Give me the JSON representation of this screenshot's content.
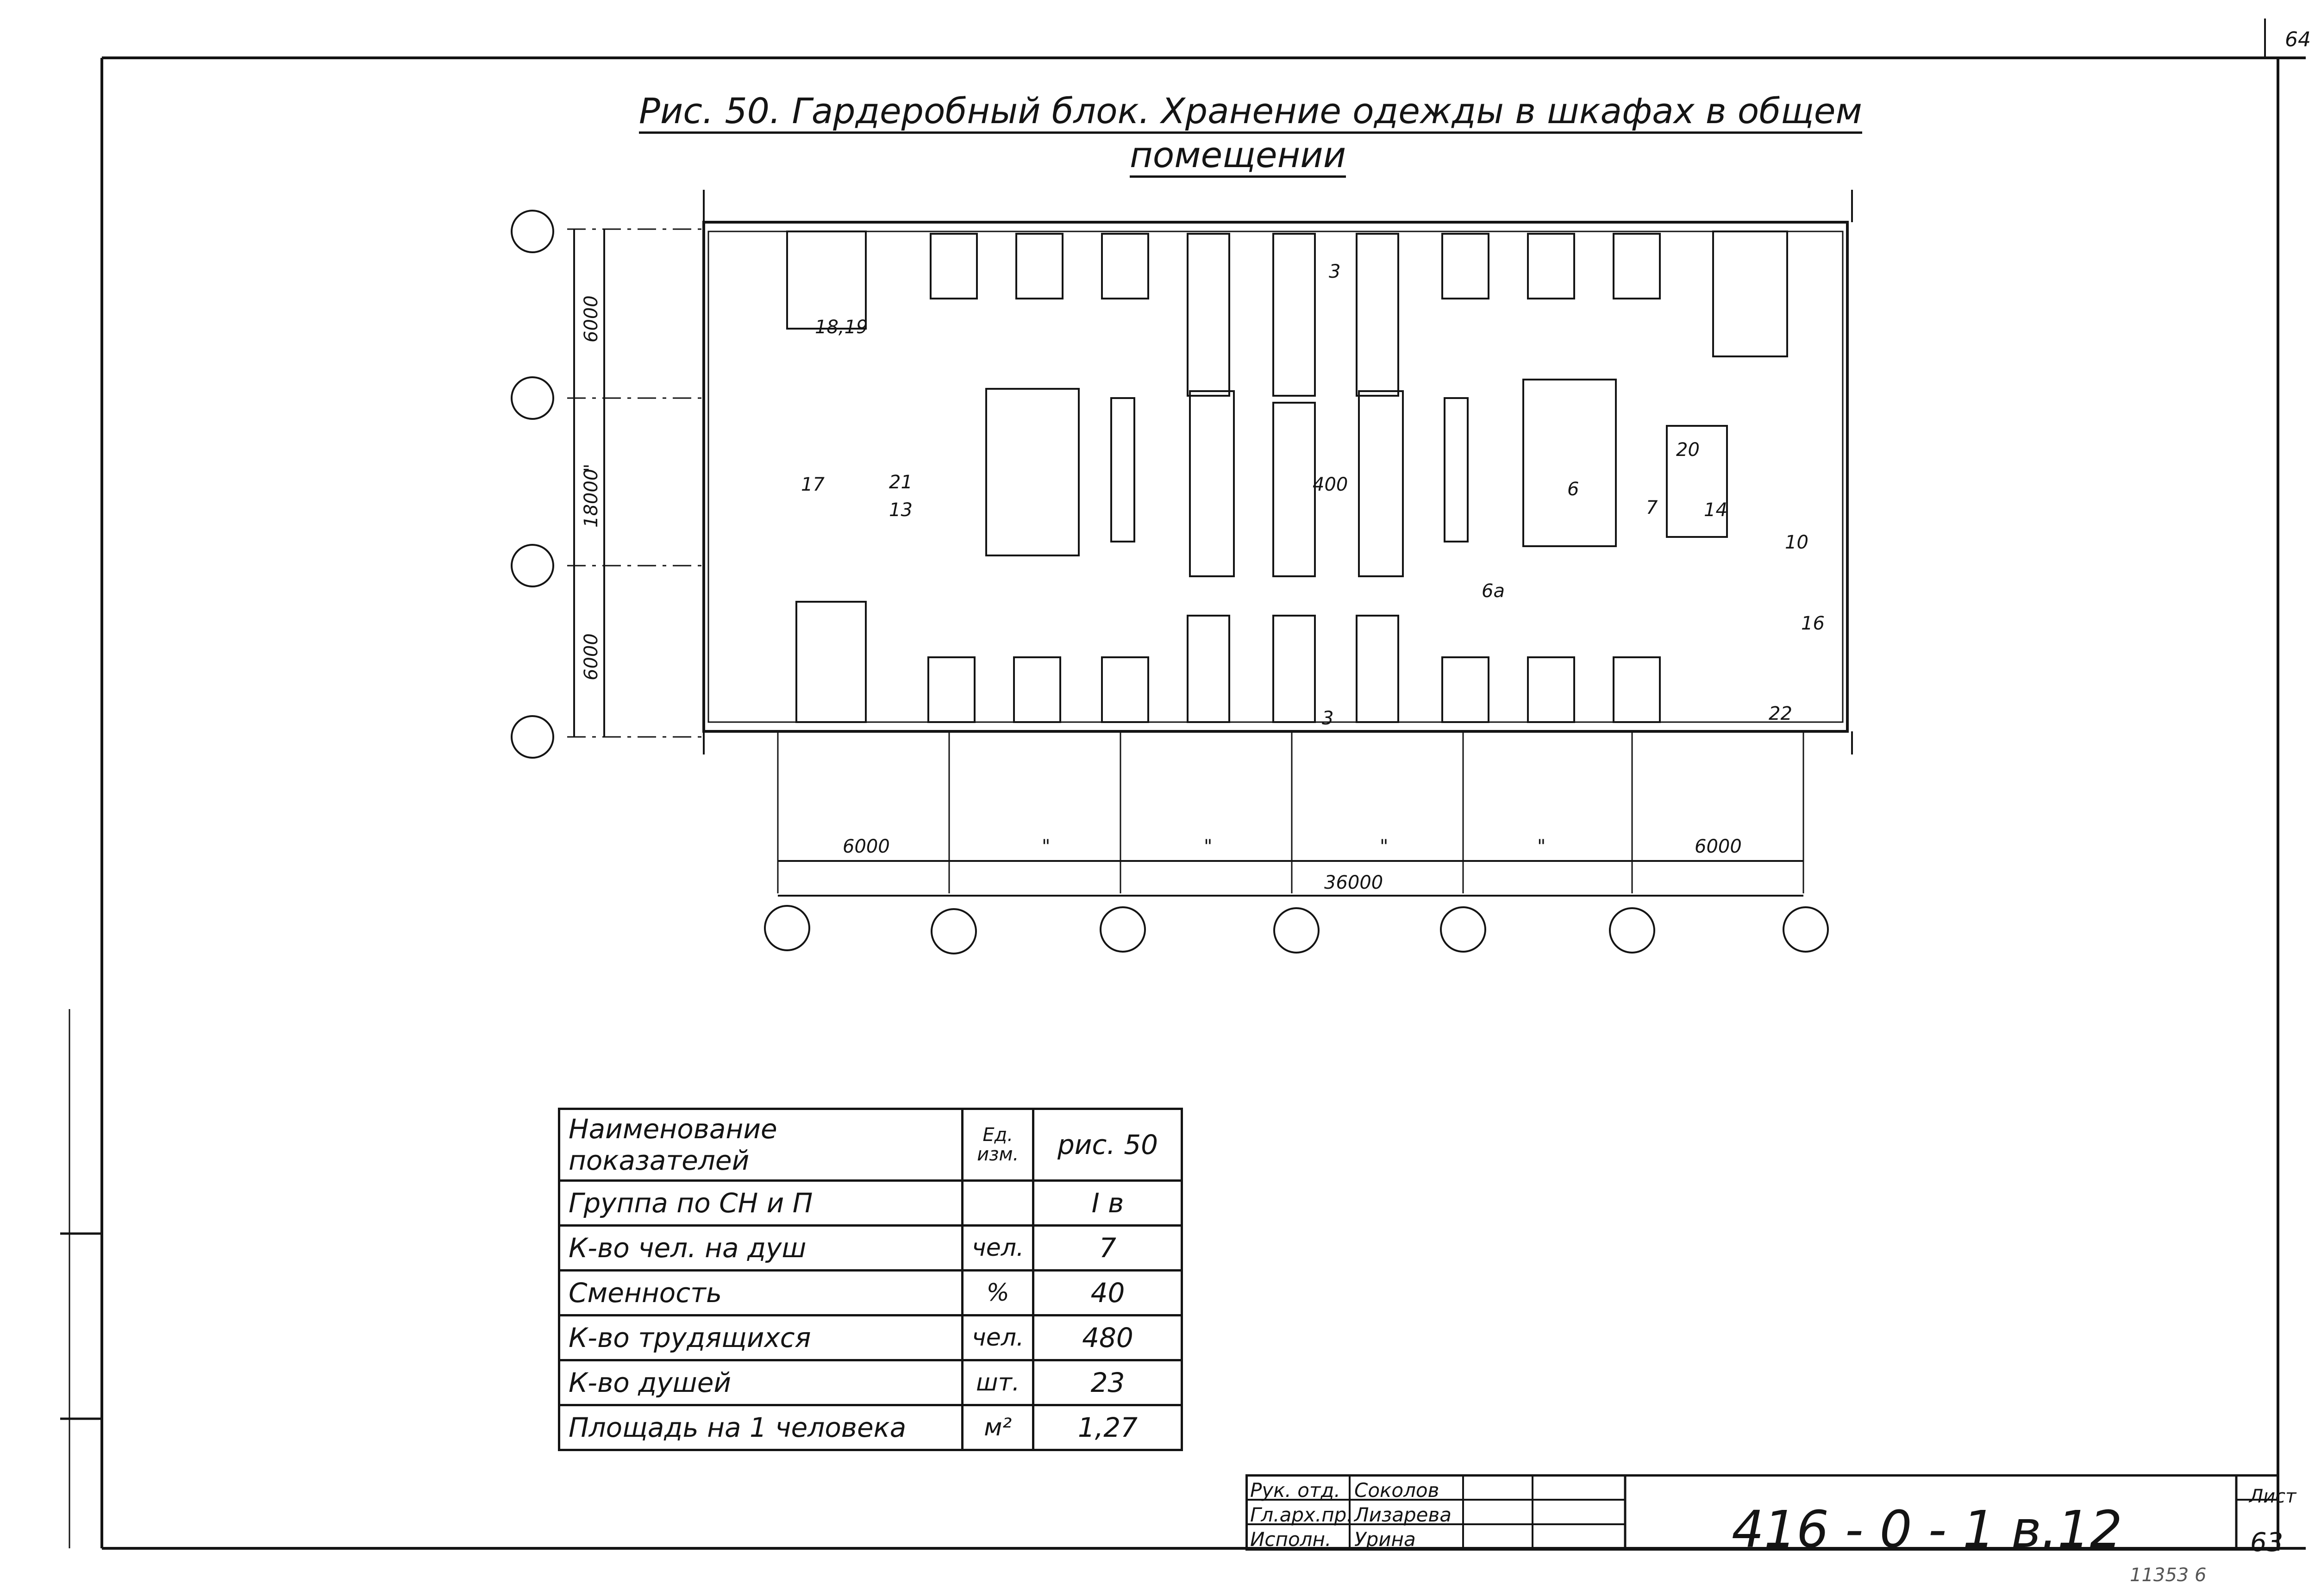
{
  "corner_mark": "64",
  "figure": {
    "title_line1": "Рис. 50.  Гардеробный блок. Хранение одежды в шкафах в общем",
    "title_line2": "помещении"
  },
  "plan": {
    "room_labels": [
      "3",
      "3",
      "18,19",
      "17",
      "21",
      "13",
      "400",
      "6",
      "7",
      "20",
      "14",
      "10",
      "16",
      "22",
      "6а"
    ],
    "dims_left": [
      "6000",
      "18000",
      "\"",
      "6000"
    ],
    "dims_bottom": [
      "6000",
      "\"",
      "\"",
      "\"",
      "\"",
      "6000"
    ],
    "dim_total": "36000"
  },
  "indicators": {
    "header": {
      "name": "Наименование показателей",
      "unit": "Ед. изм.",
      "value": "рис. 50"
    },
    "rows": [
      {
        "name": "Группа  по  СН и П",
        "unit": "",
        "value": "I в"
      },
      {
        "name": "К-во  чел.  на  душ",
        "unit": "чел.",
        "value": "7"
      },
      {
        "name": "Сменность",
        "unit": "%",
        "value": "40"
      },
      {
        "name": "К-во  трудящихся",
        "unit": "чел.",
        "value": "480"
      },
      {
        "name": "К-во  душей",
        "unit": "шт.",
        "value": "23"
      },
      {
        "name": "Площадь на 1 человека",
        "unit": "м²",
        "value": "1,27"
      }
    ]
  },
  "stamp": {
    "roles": [
      "Рук. отд.",
      "Гл.арх.пр.",
      "Исполн."
    ],
    "names": [
      "Соколов",
      "Лизарева",
      "Урина"
    ],
    "code": "416 - 0 - 1   в.12",
    "sheet_label": "Лист",
    "sheet_number": "63"
  },
  "bottom_note": "11353  6"
}
